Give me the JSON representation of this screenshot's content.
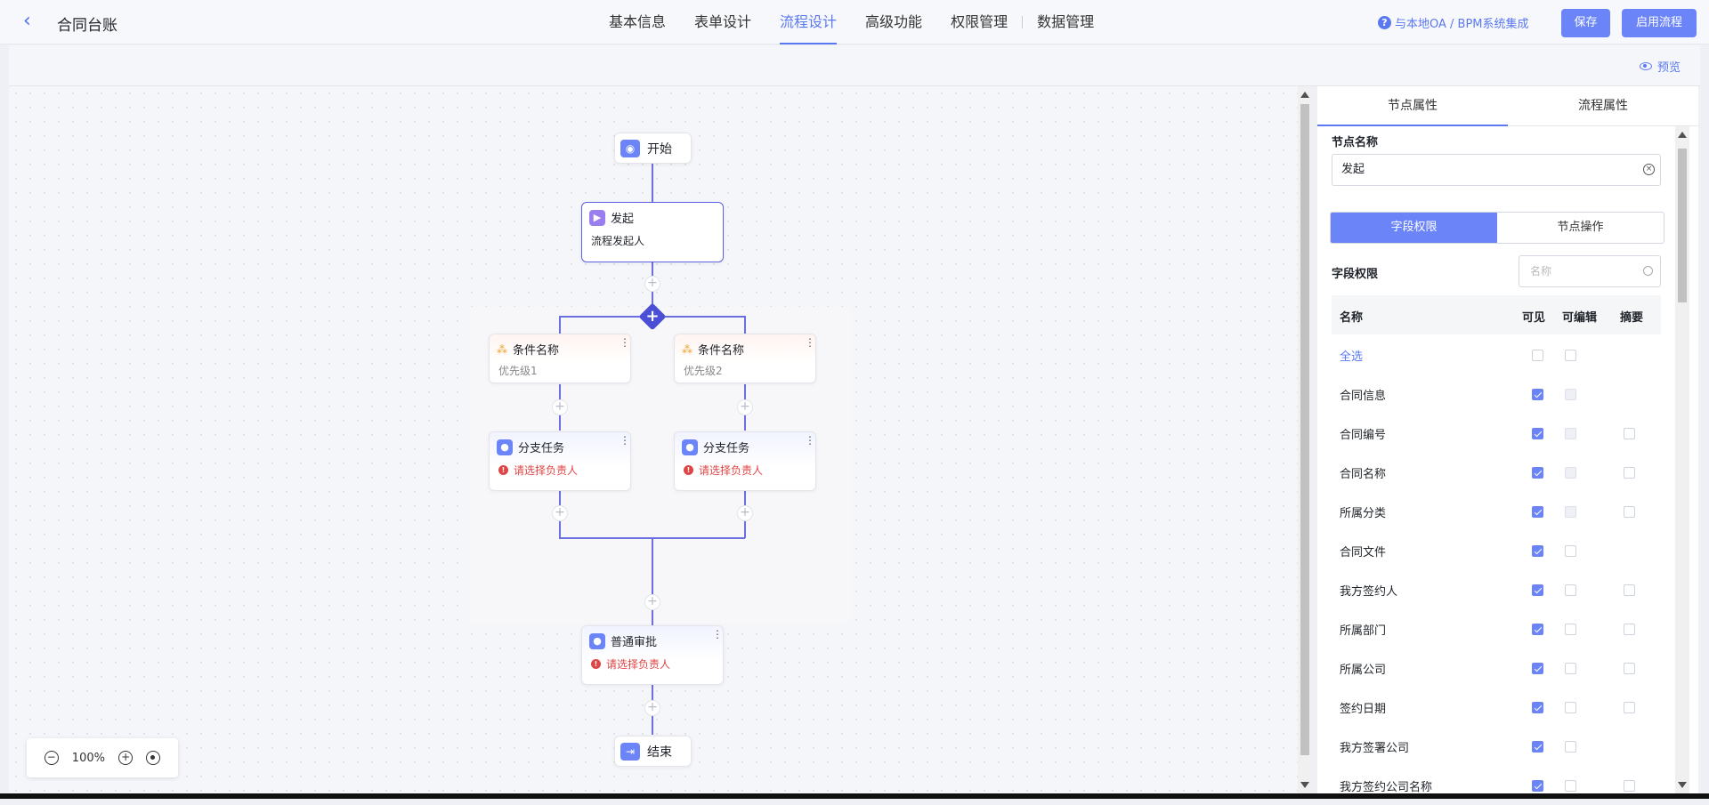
{
  "header": {
    "title": "合同台账",
    "tabs": [
      "基本信息",
      "表单设计",
      "流程设计",
      "高级功能",
      "权限管理",
      "数据管理"
    ],
    "integration_link": "与本地OA / BPM系统集成",
    "save": "保存",
    "enable_flow": "启用流程"
  },
  "toolbar": {
    "preview": "预览"
  },
  "flow": {
    "start": "开始",
    "initiate": {
      "title": "发起",
      "desc": "流程发起人"
    },
    "branches": [
      {
        "cond_title": "条件名称",
        "priority": "优先级1",
        "task_title": "分支任务",
        "task_error": "请选择负责人"
      },
      {
        "cond_title": "条件名称",
        "priority": "优先级2",
        "task_title": "分支任务",
        "task_error": "请选择负责人"
      }
    ],
    "approval": {
      "title": "普通审批",
      "error": "请选择负责人"
    },
    "end": "结束",
    "zoom": "100%"
  },
  "panel": {
    "tabs": [
      "节点属性",
      "流程属性"
    ],
    "node_name_label": "节点名称",
    "node_name_value": "发起",
    "seg": [
      "字段权限",
      "节点操作"
    ],
    "field_perm_label": "字段权限",
    "search_placeholder": "名称",
    "columns": [
      "名称",
      "可见",
      "可编辑",
      "摘要"
    ],
    "rows": [
      {
        "name": "全选",
        "visible": false,
        "editable": false,
        "editable_disabled": false,
        "summary": null,
        "link": true
      },
      {
        "name": "合同信息",
        "visible": true,
        "editable": false,
        "editable_disabled": true,
        "summary": null
      },
      {
        "name": "合同编号",
        "visible": true,
        "editable": false,
        "editable_disabled": true,
        "summary": false
      },
      {
        "name": "合同名称",
        "visible": true,
        "editable": false,
        "editable_disabled": true,
        "summary": false
      },
      {
        "name": "所属分类",
        "visible": true,
        "editable": false,
        "editable_disabled": true,
        "summary": false
      },
      {
        "name": "合同文件",
        "visible": true,
        "editable": false,
        "editable_disabled": false,
        "summary": null
      },
      {
        "name": "我方签约人",
        "visible": true,
        "editable": false,
        "editable_disabled": false,
        "summary": false
      },
      {
        "name": "所属部门",
        "visible": true,
        "editable": false,
        "editable_disabled": false,
        "summary": false
      },
      {
        "name": "所属公司",
        "visible": true,
        "editable": false,
        "editable_disabled": false,
        "summary": false
      },
      {
        "name": "签约日期",
        "visible": true,
        "editable": false,
        "editable_disabled": false,
        "summary": false
      },
      {
        "name": "我方签署公司",
        "visible": true,
        "editable": false,
        "editable_disabled": false,
        "summary": null
      },
      {
        "name": "我方签约公司名称",
        "visible": true,
        "editable": false,
        "editable_disabled": false,
        "summary": false
      }
    ]
  }
}
